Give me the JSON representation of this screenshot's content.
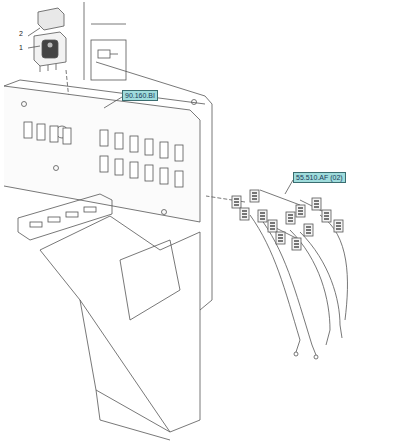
{
  "diagram": {
    "nodes": [
      {
        "text": [
          "90.160.BI"
        ]
      },
      {
        "text": [
          "55.510.AF (02)"
        ]
      }
    ],
    "labels": [
      "2",
      "1"
    ]
  }
}
